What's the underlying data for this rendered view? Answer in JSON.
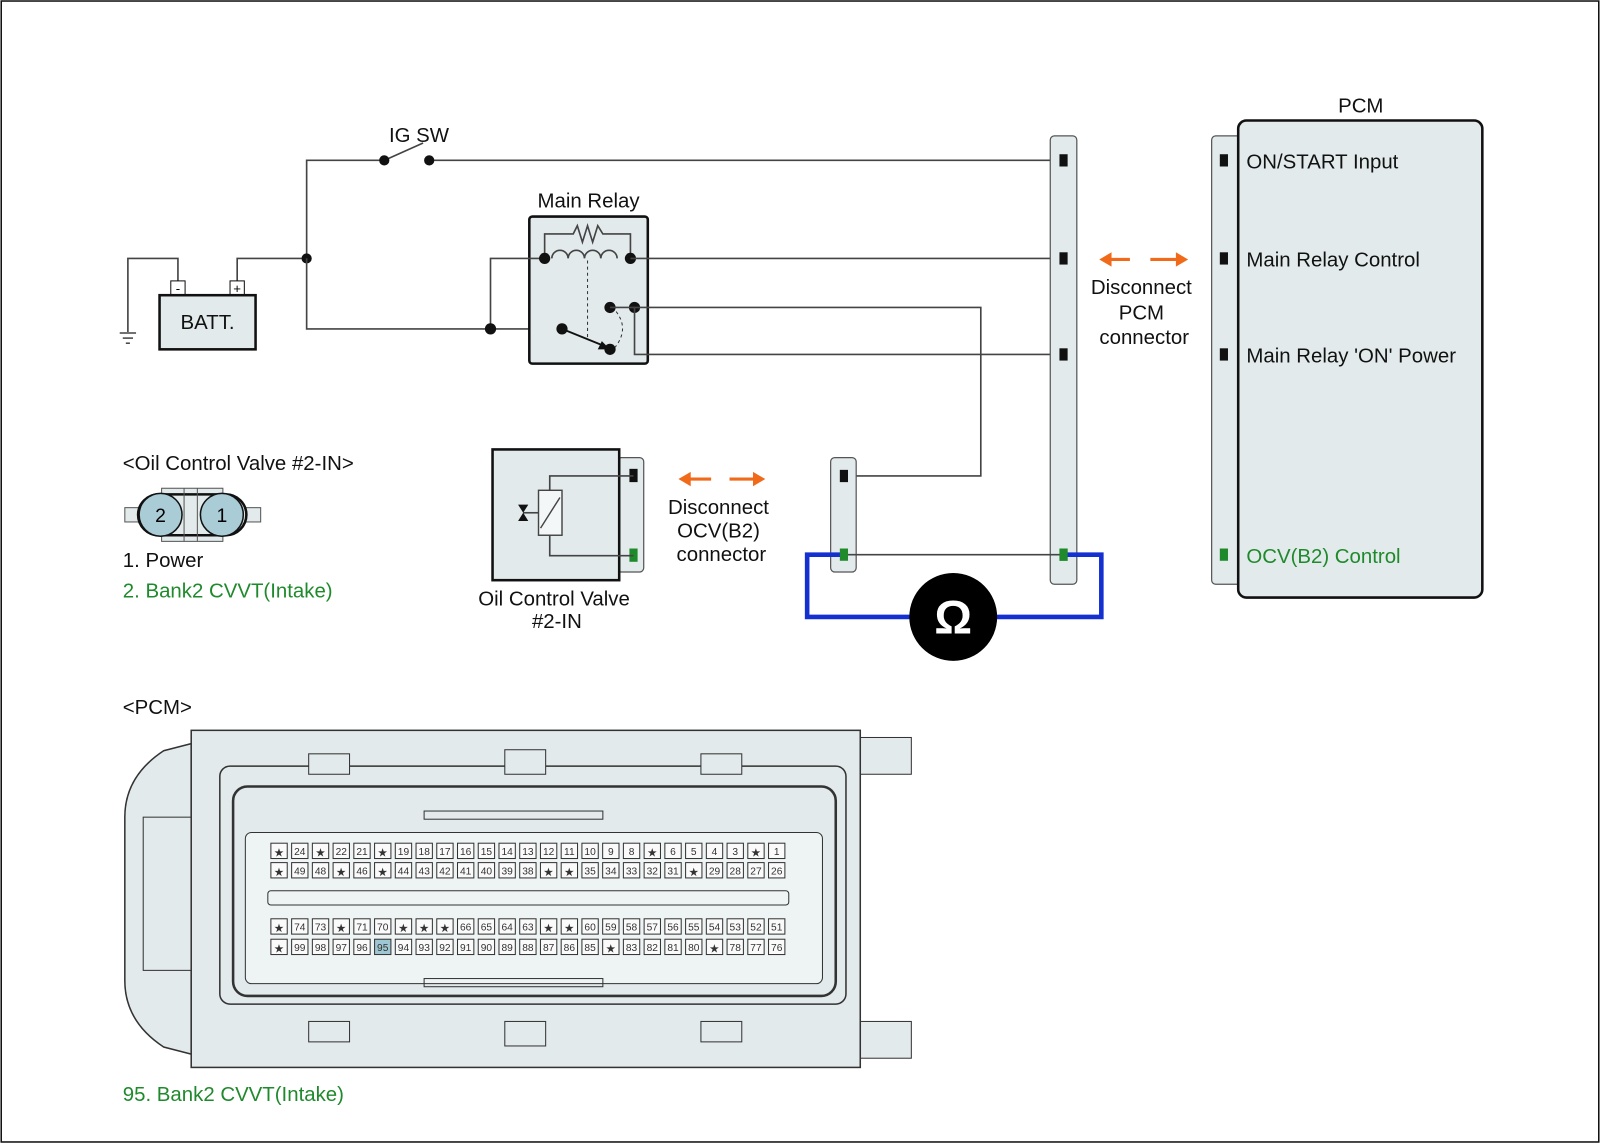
{
  "labels": {
    "ig_sw": "IG SW",
    "main_relay": "Main Relay",
    "battery": "BATT.",
    "battery_neg": "-",
    "battery_pos": "+",
    "pcm": "PCM",
    "disconnect_pcm": [
      "Disconnect",
      "PCM",
      "connector"
    ],
    "disconnect_ocv": [
      "Disconnect",
      "OCV(B2)",
      "connector"
    ],
    "ocv_component": [
      "Oil Control Valve",
      "#2-IN"
    ],
    "ocv_connector_title": "<Oil Control Valve #2-IN>",
    "ocv_pin1": "1",
    "ocv_pin2": "2",
    "ocv_legend_1": "1. Power",
    "ocv_legend_2": "2. Bank2 CVVT(Intake)",
    "pcm_connector_title": "<PCM>",
    "pcm_legend": "95. Bank2 CVVT(Intake)",
    "ohm_symbol": "Ω"
  },
  "pcm_terminals": [
    {
      "label": "ON/START Input",
      "color": "#111111"
    },
    {
      "label": "Main Relay Control",
      "color": "#111111"
    },
    {
      "label": "Main Relay 'ON' Power",
      "color": "#111111"
    },
    {
      "label": "OCV(B2) Control",
      "color": "#1f8a2c"
    }
  ],
  "pcm_pin_rows": [
    [
      "*",
      "24",
      "*",
      "22",
      "21",
      "*",
      "19",
      "18",
      "17",
      "16",
      "15",
      "14",
      "13",
      "12",
      "11",
      "10",
      "9",
      "8",
      "*",
      "6",
      "5",
      "4",
      "3",
      "*",
      "1"
    ],
    [
      "*",
      "49",
      "48",
      "*",
      "46",
      "*",
      "44",
      "43",
      "42",
      "41",
      "40",
      "39",
      "38",
      "*",
      "*",
      "35",
      "34",
      "33",
      "32",
      "31",
      "*",
      "29",
      "28",
      "27",
      "26"
    ],
    [
      "*",
      "74",
      "73",
      "*",
      "71",
      "70",
      "*",
      "*",
      "*",
      "66",
      "65",
      "64",
      "63",
      "*",
      "*",
      "60",
      "59",
      "58",
      "57",
      "56",
      "55",
      "54",
      "53",
      "52",
      "51"
    ],
    [
      "*",
      "99",
      "98",
      "97",
      "96",
      "95",
      "94",
      "93",
      "92",
      "91",
      "90",
      "89",
      "88",
      "87",
      "86",
      "85",
      "*",
      "83",
      "82",
      "81",
      "80",
      "*",
      "78",
      "77",
      "76"
    ]
  ],
  "highlight_pin": "95",
  "colors": {
    "signal_green": "#1f8a2c",
    "meter_lead_blue": "#1530d0",
    "disconnect_arrow_orange": "#f06a1a",
    "component_fill": "#e2eaeb",
    "highlight_pin_fill": "#9fc7d3"
  }
}
